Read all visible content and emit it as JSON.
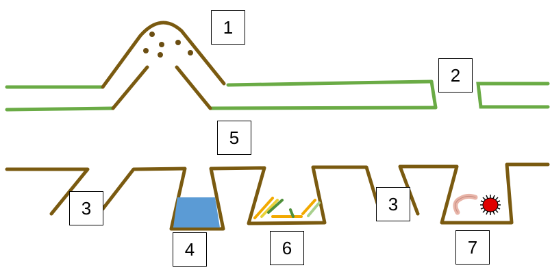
{
  "labels": {
    "l1": "1",
    "l2": "2",
    "l3a": "3",
    "l3b": "3",
    "l4": "4",
    "l5": "5",
    "l6": "6",
    "l7": "7"
  },
  "colors": {
    "brown_wall": "#7a5a10",
    "green_membrane": "#6aab45",
    "particle": "#6b4e12",
    "water": "#5b9bd5",
    "worm": "#e8b4a8",
    "red_creature": "#e00000",
    "stick_orange": "#f2a900",
    "stick_yellow": "#e8d23a",
    "stick_green": "#4f8f3a",
    "stick_light_green": "#a8d08d"
  }
}
